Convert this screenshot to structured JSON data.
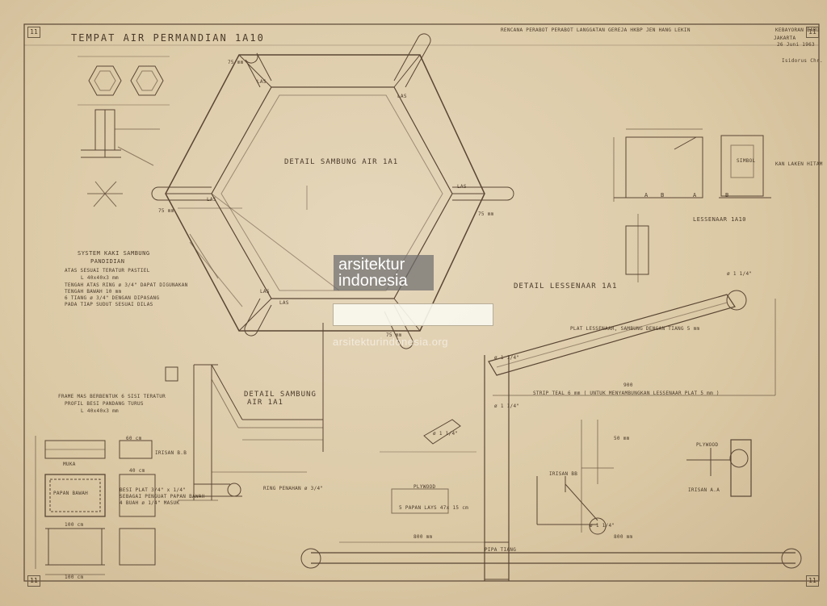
{
  "sheet": {
    "number": "11",
    "title": "TEMPAT AIR PERMANDIAN 1A10",
    "project_line1": "RENCANA PERABOT PERABOT LANGGATAN GEREJA HKBP JEN HANG LEKIN",
    "project_line2": "KEBAYORAN BARU",
    "project_line3": "JAKARTA",
    "date": "26 Juni 1963",
    "signature": "Isidorus Chr."
  },
  "watermark": {
    "line1": "arsitektur",
    "line2": "indonesia",
    "url": "arsitekturindonesia.org"
  },
  "labels": {
    "detail_sambung_large": "DETAIL SAMBUNG AIR 1A1",
    "detail_sambung_small_1": "DETAIL SAMBUNG",
    "detail_sambung_small_2": "AIR 1A1",
    "detail_lessenaar": "DETAIL LESSENAAR 1A1",
    "lessenaar": "LESSENAAR 1A10",
    "sistem_1": "SYSTEM KAKI SAMBUNG",
    "sistem_2": "PANDIDIAN",
    "sistem_3": "ATAS SESUAI TERATUR PASTIEL",
    "sistem_4": "L 40x40x3 mm",
    "sistem_5": "TENGAH ATAS RING ø 3/4\" DAPAT DIGUNAKAN",
    "sistem_6": "TENGAH BAWAH 10 mm",
    "sistem_7": "6 TIANG ø 3/4\" DENGAN DIPASANG",
    "sistem_8": "PADA TIAP SUDUT SESUAI DILAS",
    "frame_1": "FRAME MAS BERBENTUK 6 SISI TERATUR",
    "frame_2": "PROFIL BESI PANDANG TURUS",
    "frame_3": "L 40x40x3 mm",
    "muka": "MUKA",
    "irisan_bb": "IRISAN B.B",
    "irisan_bb2": "IRISAN BB",
    "irisan_aa": "IRISAN A.A",
    "plat_lessenaar": "PLAT LESSENAAR, SAMBUNG DENGAN TIANG 5 mm",
    "strip_teal": "STRIP TEAL 6 mm ( UNTUK MENYAMBUNGKAN LESSENAAR PLAT 5 mm )",
    "kan_laken": "KAN LAKEN HITAM",
    "simbol": "SIMBOL",
    "ring_penahan": "RING PENAHAN ø 3/4\"",
    "papan_lay": "5 PAPAN LAYS 47x 15 cm",
    "plywood": "PLYWOOD",
    "las": "LAS",
    "dim_75": "75 mm",
    "dim_900": "900",
    "dim_800": "800 mm",
    "dim_60": "60 cm",
    "dim_100": "100 cm",
    "dim_40": "40 cm",
    "dim_50": "50 mm",
    "pipe": "ø 1 1/4\"",
    "besi_plat_1": "BESI PLAT 3/4\" x 1/4\"",
    "besi_plat_2": "SEBAGAI PENGUAT PAPAN BAWAH",
    "besi_plat_3": "4 BUAH ø 1/4\" MASUK",
    "papan_bawah": "PAPAN BAWAH",
    "pipa_tiang": "PIPA TIANG",
    "a": "A",
    "b": "B"
  }
}
